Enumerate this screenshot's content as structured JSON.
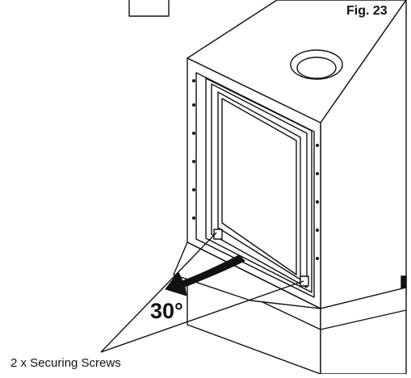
{
  "figure": {
    "label": "Fig. 23",
    "angle_label": "30°",
    "callout_label": "2 x Securing Screws"
  },
  "colors": {
    "line": "#111111",
    "background": "#ffffff",
    "glass": "#ffffff"
  }
}
